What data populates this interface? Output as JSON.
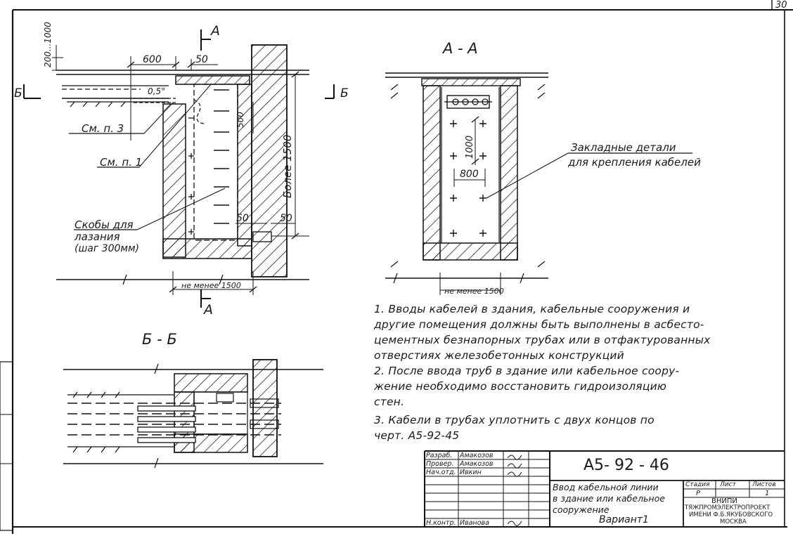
{
  "page_number": "30",
  "plan": {
    "dim_top": "200...1000",
    "dim_600": "600",
    "dim_50_top": "50",
    "slope": "0,5°",
    "ref_p3": "См. п. 3",
    "ref_p1": "См. п. 1",
    "dim_500": "500",
    "height_label": "Более 1500",
    "dim_50_bottom_a": "50",
    "dim_50_bottom_b": "50",
    "ladder_label_1": "Скобы для",
    "ladder_label_2": "лазания",
    "ladder_label_3": "(шаг 300мм)",
    "min_width": "не менее 1500",
    "section_mark": "А",
    "section_mark_side": "Б"
  },
  "section_aa": {
    "title": "А - А",
    "dim_1000": "1000",
    "dim_800": "800",
    "parts_label_1": "Закладные детали",
    "parts_label_2": "для крепления кабелей",
    "min_width": "не менее 1500"
  },
  "section_bb": {
    "title": "Б - Б"
  },
  "notes": [
    "1. Вводы кабелей в здания, кабельные сооружения и",
    "другие помещения должны быть выполнены в асбесто-",
    "цементных безнапорных трубах или в отфактурованных",
    "отверстиях железобетонных конструкций",
    "2. После ввода труб в здание или кабельное соору-",
    "жение необходимо восстановить гидроизоляцию",
    "стен.",
    "3. Кабели в трубах уплотнить с двух концов по",
    "черт. А5-92-45"
  ],
  "title_block": {
    "doc_code": "А5- 92 - 46",
    "roles": [
      {
        "role": "Разраб.",
        "name": "Амакозов"
      },
      {
        "role": "Провер.",
        "name": "Амакозов"
      },
      {
        "role": "Нач.отд.",
        "name": "Ивкин"
      },
      {
        "role": "Н.контр.",
        "name": "Иванова"
      }
    ],
    "description": [
      "Ввод кабельной линии",
      "в здание или кабельное",
      "сооружение",
      "Вариант1"
    ],
    "stage_header": "Стадия",
    "sheet_header": "Лист",
    "sheets_header": "Листов",
    "stage_value": "Р",
    "sheets_value": "1",
    "org": [
      "ВНИПИ",
      "ТЯЖПРОМЭЛЕКТРОПРОЕКТ",
      "ИМЕНИ Ф.Б.ЯКУБОВСКОГО",
      "МОСКВА"
    ]
  }
}
